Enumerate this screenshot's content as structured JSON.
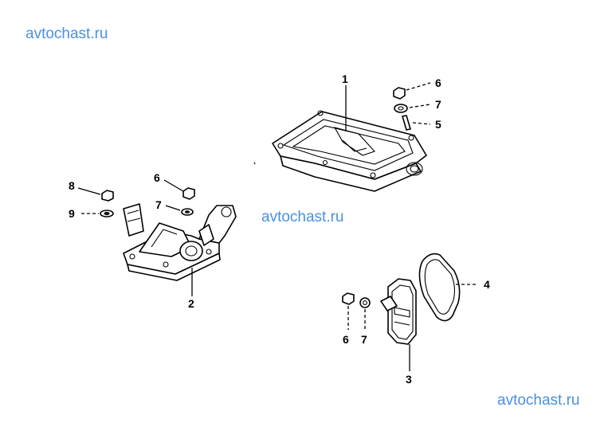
{
  "watermarks": [
    "avtochast.ru",
    "avtochast.ru",
    "avtochast.ru"
  ],
  "callouts": {
    "c1": "1",
    "c6a": "6",
    "c7a": "7",
    "c5": "5",
    "c8": "8",
    "c9": "9",
    "c6b": "6",
    "c7b": "7",
    "c2": "2",
    "c4": "4",
    "c6c": "6",
    "c7c": "7",
    "c3": "3"
  }
}
